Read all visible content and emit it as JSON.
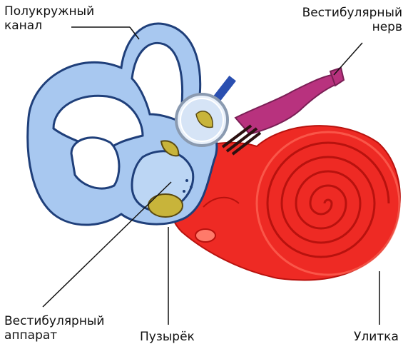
{
  "labels": {
    "semicircular_canal": {
      "line1": "Полукружный",
      "line2": "канал"
    },
    "vestibular_nerve": {
      "line1": "Вестибулярный",
      "line2": "нерв"
    },
    "vestibular_apparatus": {
      "line1": "Вестибулярный",
      "line2": "аппарат"
    },
    "vesicle": {
      "line1": "Пузырёк"
    },
    "cochlea": {
      "line1": "Улитка"
    }
  },
  "colors": {
    "canal_fill": "#a8c8f0",
    "canal_stroke": "#1f3f7a",
    "cochlea_fill": "#ee2a24",
    "cochlea_dark": "#b8120e",
    "cochlea_light": "#ff6a5a",
    "nerve_fill": "#b8327e",
    "nerve_dark": "#7a1f55",
    "otolith_fill": "#c8b43a",
    "stick_fill": "#2a4fb0",
    "leader_line": "#111111"
  },
  "icons": [
    "semicircular-canals",
    "cochlea-spiral",
    "vestibular-nerve",
    "magnifier-lens",
    "otolith-patch"
  ]
}
